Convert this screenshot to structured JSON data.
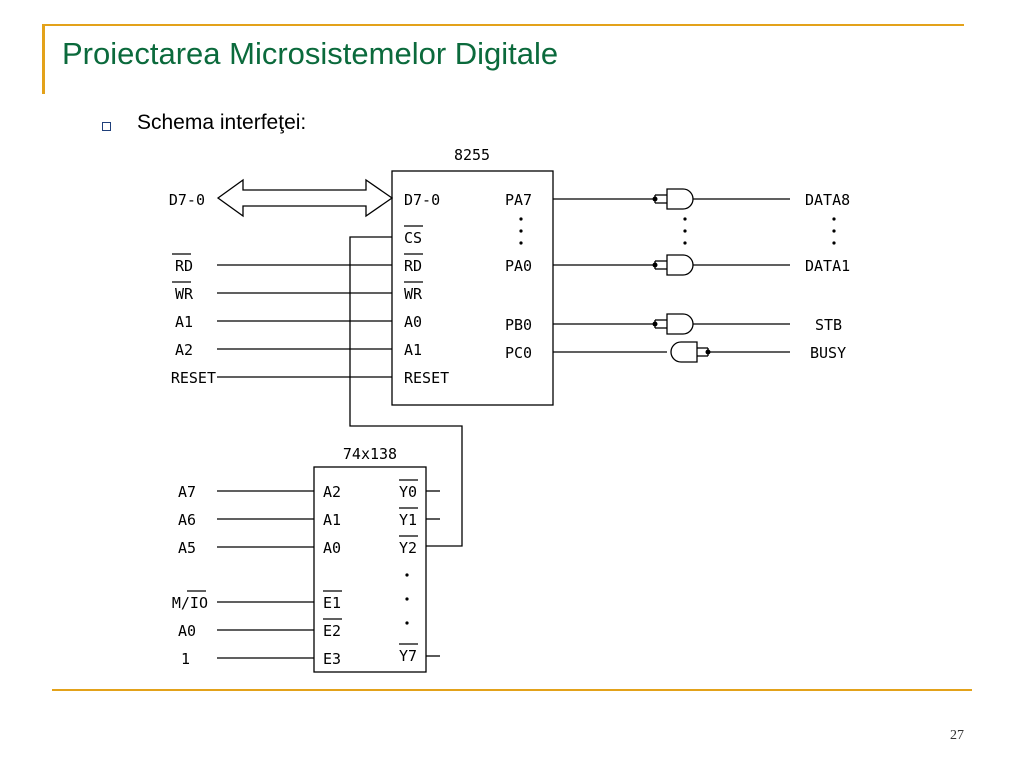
{
  "slide": {
    "title": "Proiectarea Microsistemelor Digitale",
    "bullet": "Schema interfeţei:",
    "page_number": "27"
  },
  "diagram": {
    "chip_8255": {
      "name": "8255",
      "left_pins": [
        "D7-0",
        "CS",
        "RD",
        "WR",
        "A0",
        "A1",
        "RESET"
      ],
      "right_pins": [
        "PA7",
        "PA0",
        "PB0",
        "PC0"
      ]
    },
    "left_signals": [
      "D7-0",
      "RD",
      "WR",
      "A1",
      "A2",
      "RESET"
    ],
    "right_signals": [
      "DATA8",
      "DATA1",
      "STB",
      "BUSY"
    ],
    "chip_74x138": {
      "name": "74x138",
      "left_pins": [
        "A2",
        "A1",
        "A0",
        "E1",
        "E2",
        "E3"
      ],
      "right_pins": [
        "Y0",
        "Y1",
        "Y2",
        "Y7"
      ]
    },
    "decoder_signals": [
      "A7",
      "A6",
      "A5",
      "M/IO",
      "A0",
      "1"
    ],
    "colors": {
      "accent": "#e3a21a",
      "title": "#0b6a3c"
    }
  }
}
